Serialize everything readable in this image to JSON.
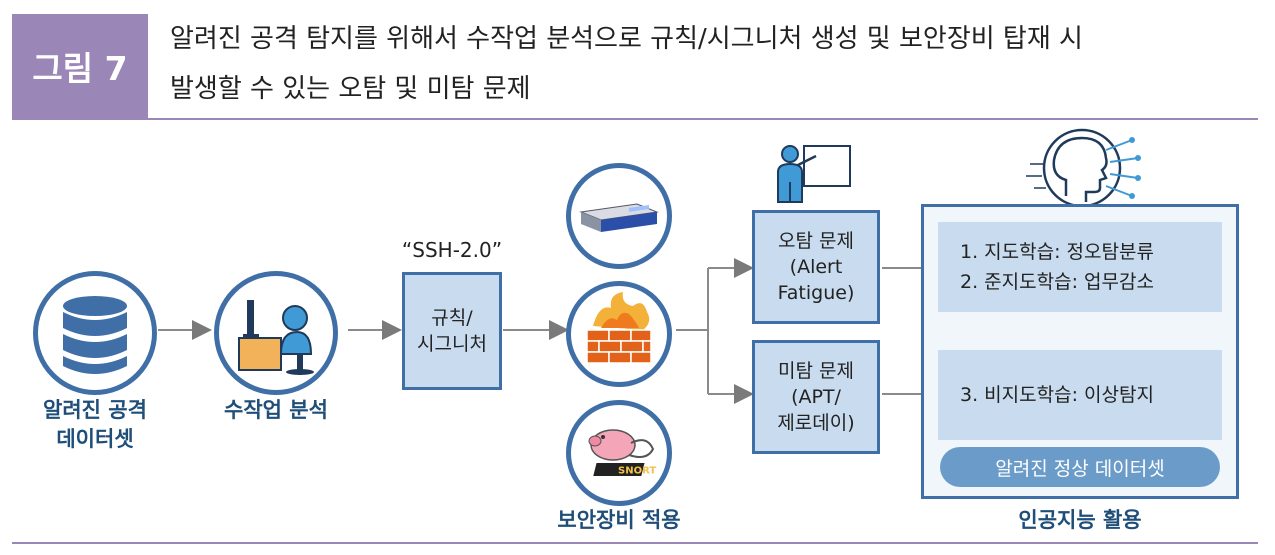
{
  "header": {
    "badge": "그림 7",
    "title_line1": "알려진 공격 탐지를 위해서 수작업 분석으로 규칙/시그니처 생성 및 보안장비 탑재 시",
    "title_line2": "발생할 수 있는 오탐 및 미탐 문제"
  },
  "known_attack_data": {
    "line1": "알려진 공격",
    "line2": "데이터셋"
  },
  "manual_analysis": {
    "label": "수작업 분석"
  },
  "signature_example": "“SSH-2.0”",
  "rule_box": {
    "line1": "규칙/",
    "line2": "시그니처"
  },
  "security_devices": {
    "label": "보안장비 적용",
    "snort_text": "SNORT"
  },
  "false_positive": {
    "line1": "오탐 문제",
    "line2": "(Alert",
    "line3": "Fatigue)"
  },
  "false_negative": {
    "line1": "미탐 문제",
    "line2": "(APT/",
    "line3": "제로데이)"
  },
  "ai": {
    "label": "인공지능 활용",
    "item1": "1. 지도학습: 정오탐분류",
    "item2": "2. 준지도학습: 업무감소",
    "item3": "3. 비지도학습: 이상탐지",
    "normal_data": "알려진 정상 데이터셋"
  },
  "colors": {
    "accent_purple": "#9b86b8",
    "primary_blue": "#3f6fa6",
    "box_fill": "#c9dbee",
    "label_blue": "#1f4e79"
  }
}
